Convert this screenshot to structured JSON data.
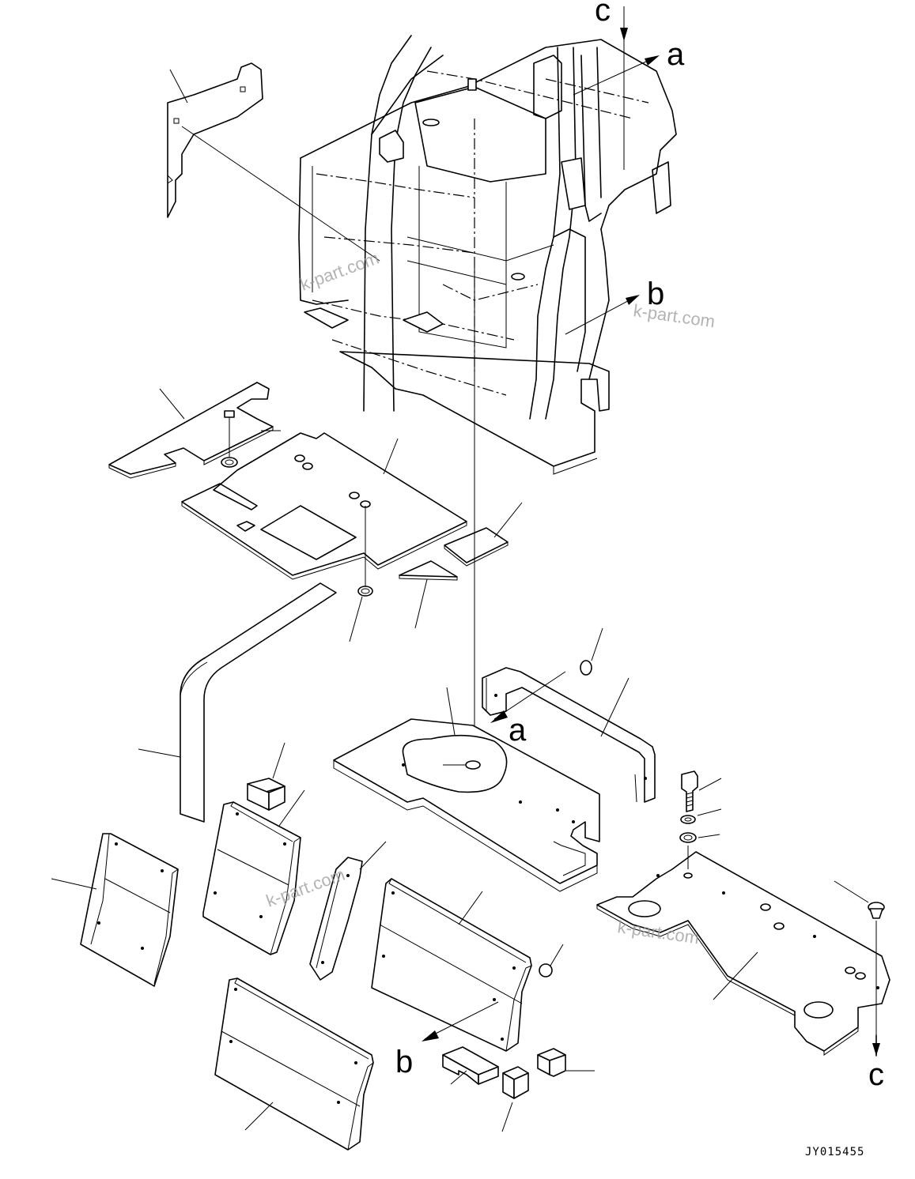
{
  "diagram": {
    "drawing_number": "JY015455",
    "watermark": "k-part.com",
    "reference_labels": {
      "c_top": "c",
      "a_top": "a",
      "b_top": "b",
      "a_mid": "a",
      "b_bottom": "b",
      "c_bottom": "c"
    }
  }
}
